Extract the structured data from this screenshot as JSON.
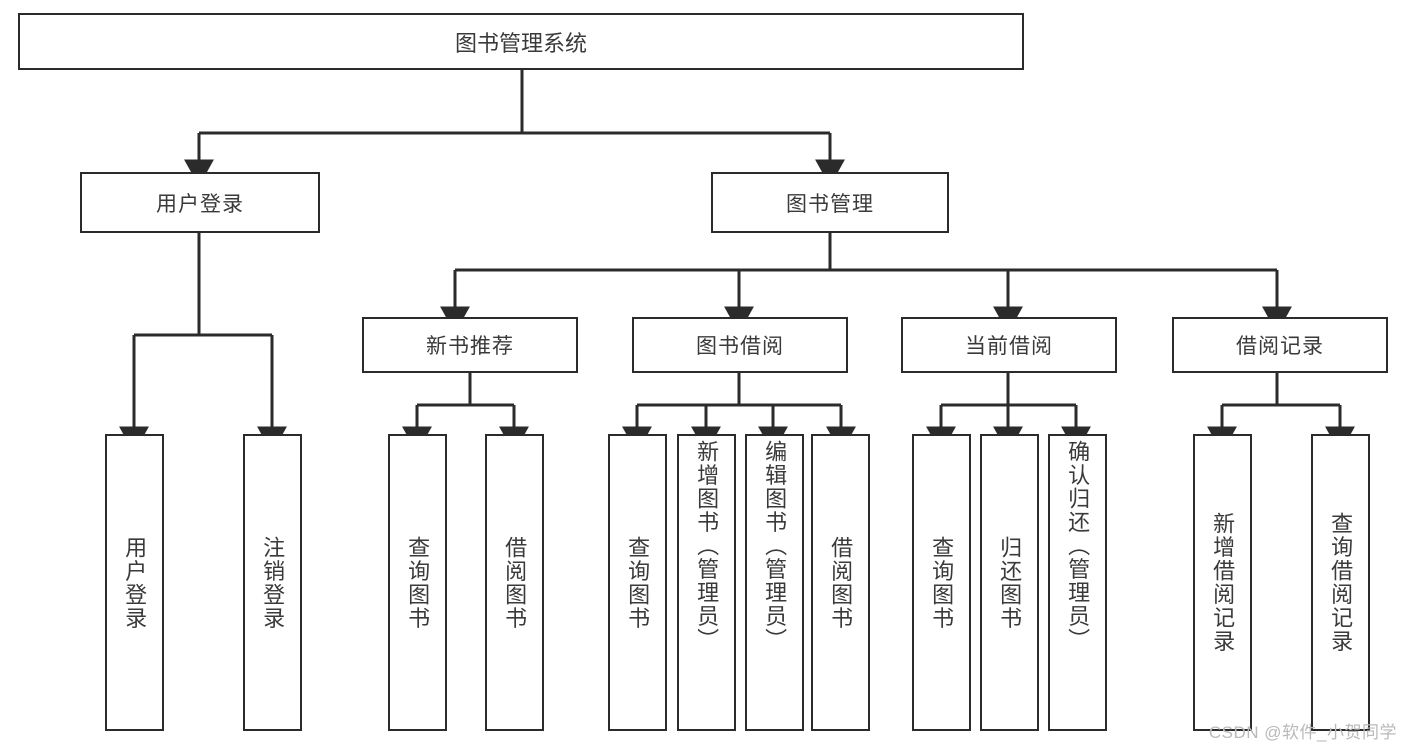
{
  "diagram": {
    "title": "图书管理系统",
    "type": "hierarchy-tree",
    "root": {
      "label": "图书管理系统"
    },
    "level2": [
      {
        "label": "用户登录"
      },
      {
        "label": "图书管理"
      }
    ],
    "level3": [
      {
        "label": "新书推荐"
      },
      {
        "label": "图书借阅"
      },
      {
        "label": "当前借阅"
      },
      {
        "label": "借阅记录"
      }
    ],
    "leaves": {
      "user_login": [
        {
          "label": "用户登录"
        },
        {
          "label": "注销登录"
        }
      ],
      "new_book_recommend": [
        {
          "label": "查询图书"
        },
        {
          "label": "借阅图书"
        }
      ],
      "book_borrow": [
        {
          "label": "查询图书"
        },
        {
          "label": "新增图书（管理员）"
        },
        {
          "label": "编辑图书（管理员）"
        },
        {
          "label": "借阅图书"
        }
      ],
      "current_borrow": [
        {
          "label": "查询图书"
        },
        {
          "label": "归还图书"
        },
        {
          "label": "确认归还（管理员）"
        }
      ],
      "borrow_record": [
        {
          "label": "新增借阅记录"
        },
        {
          "label": "查询借阅记录"
        }
      ]
    }
  },
  "watermark": {
    "text": "CSDN @软件_小贺同学"
  },
  "colors": {
    "stroke": "#2b2b2b",
    "text": "#3a3a3a",
    "background": "#ffffff",
    "watermark": "#b9b9b9"
  }
}
